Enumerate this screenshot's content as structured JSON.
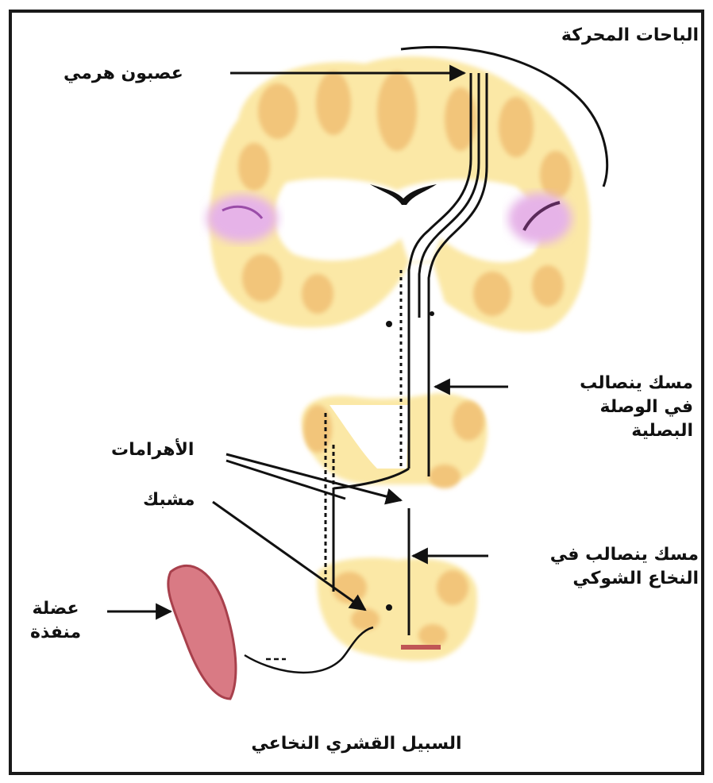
{
  "diagram": {
    "labels": {
      "motor_area": "الباحات المحركة",
      "pyramidal_neuron": "عصبون هرمي",
      "tract_in_brainstem": [
        "مسك ينصالب",
        "في الوصلة",
        "البصلية"
      ],
      "pyramids": "الأهرامات",
      "synapse": "مشبك",
      "tract_in_spinal_cord": [
        "مسك ينصالب في",
        "النخاع الشوكي"
      ],
      "muscle": [
        "عضلة",
        "منفذة"
      ],
      "caption": "السبيل القشري النخاعي"
    },
    "colors": {
      "frame": "#1a1a1a",
      "cortex_fill": "#fbe8a6",
      "cortex_spots": "#f2c57a",
      "internal_capsule": "#ffffff",
      "lateral_violet": "#e6b3e8",
      "muscle": "#d97a84",
      "muscle_dark": "#a8404c",
      "tract_line": "#111111"
    }
  }
}
